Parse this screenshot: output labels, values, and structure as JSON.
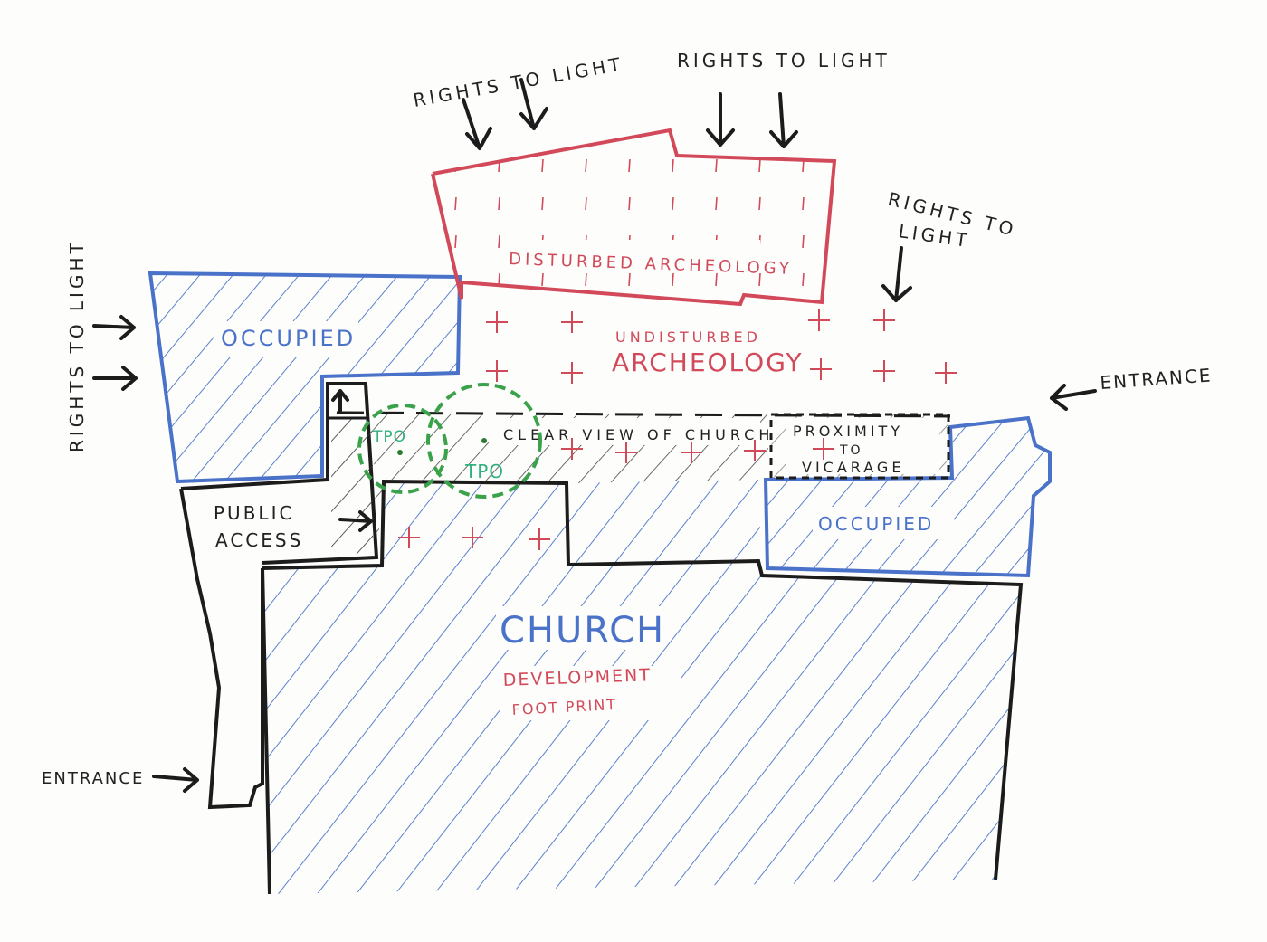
{
  "labels": {
    "rights_top_left": "RIGHTS TO LIGHT",
    "rights_top_right": "RIGHTS TO LIGHT",
    "rights_right_1": "RIGHTS TO",
    "rights_right_2": "LIGHT",
    "rights_left": "RIGHTS TO LIGHT",
    "disturbed": "DISTURBED ARCHEOLOGY",
    "undisturbed_1": "UNDISTURBED",
    "undisturbed_2": "ARCHEOLOGY",
    "occupied_left": "OCCUPIED",
    "occupied_right": "OCCUPIED",
    "entrance_right": "ENTRANCE",
    "entrance_left": "ENTRANCE",
    "tpo_1": "TPO",
    "tpo_2": "TPO",
    "clear_view": "CLEAR VIEW OF CHURCH",
    "proximity_1": "PROXIMITY",
    "proximity_2": "TO",
    "proximity_3": "VICARAGE",
    "public_access_1": "PUBLIC",
    "public_access_2": "ACCESS",
    "church": "CHURCH",
    "development_1": "DEVELOPMENT",
    "development_2": "FOOT PRINT"
  },
  "colors": {
    "ink": "#1c1c1c",
    "blue": "#4a72c9",
    "red": "#d24a5a",
    "green": "#2fb07c"
  }
}
